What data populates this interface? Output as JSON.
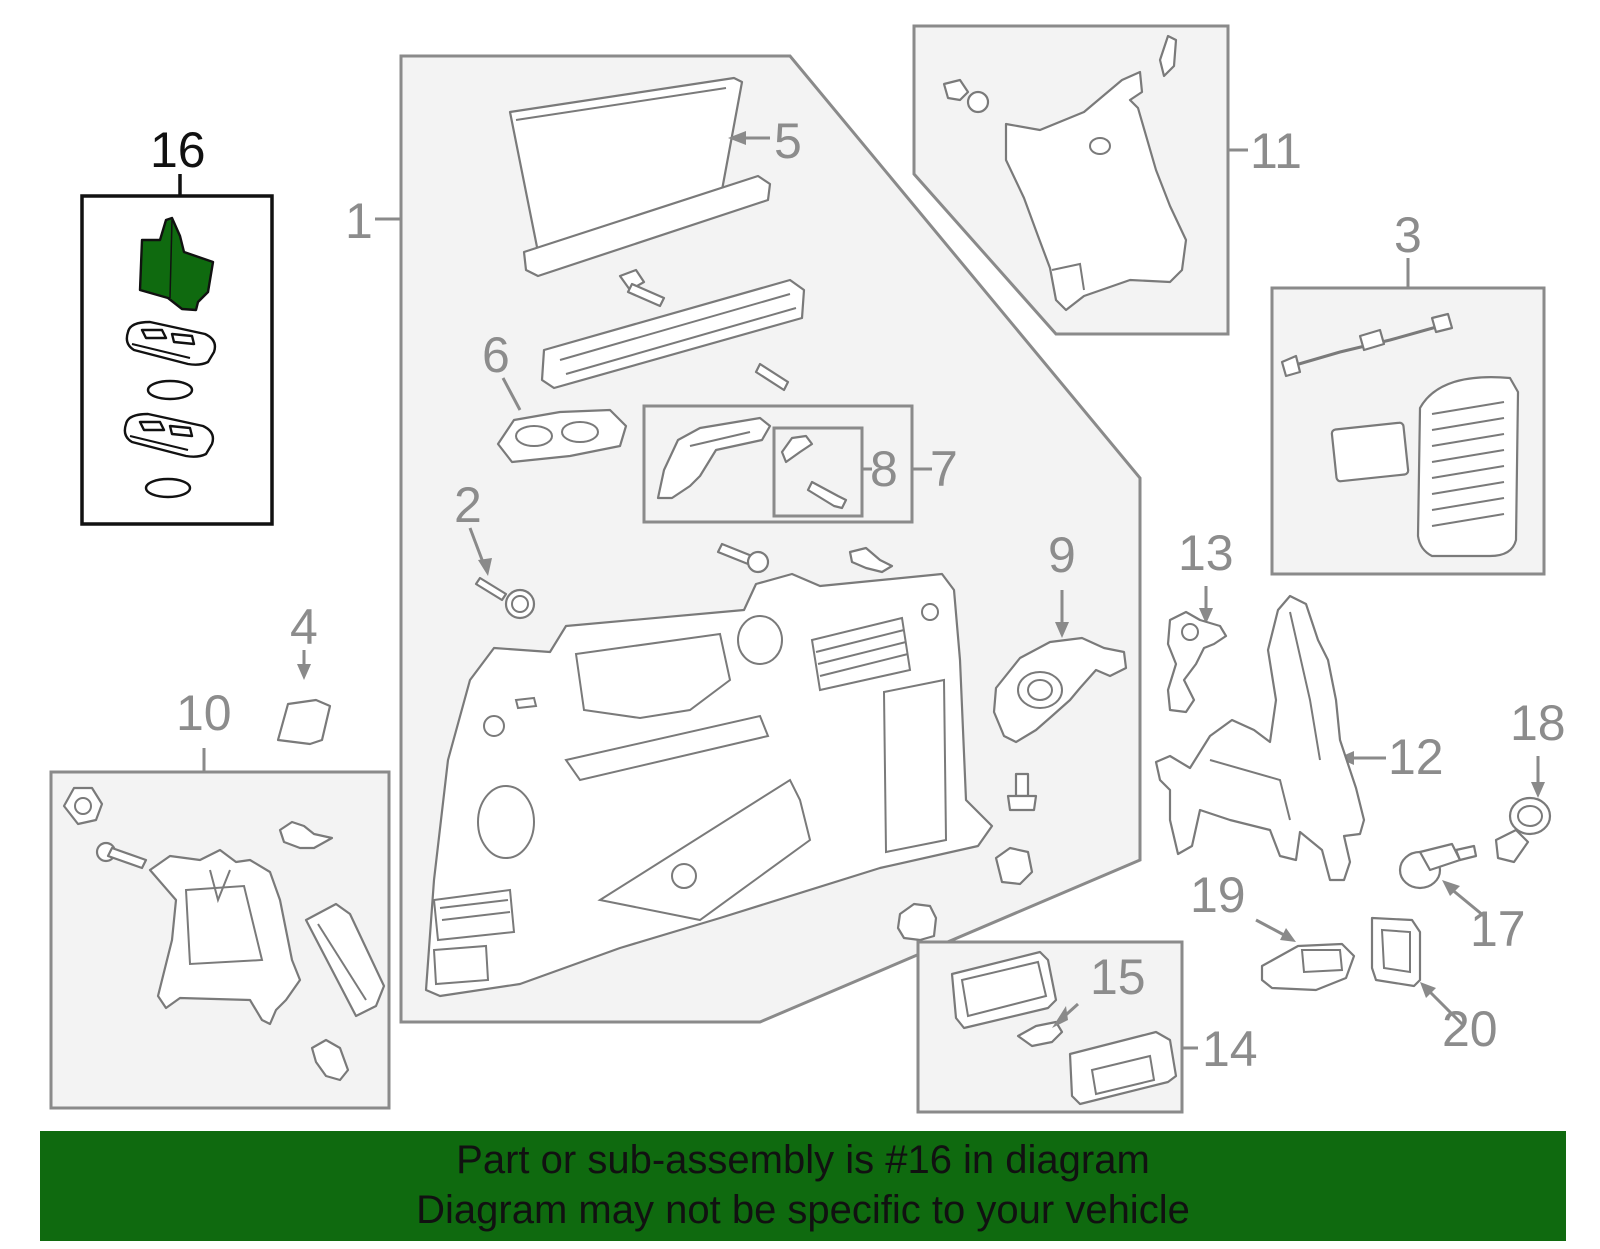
{
  "callouts": {
    "c1": "1",
    "c2": "2",
    "c3": "3",
    "c4": "4",
    "c5": "5",
    "c6": "6",
    "c7": "7",
    "c8": "8",
    "c9": "9",
    "c10": "10",
    "c11": "11",
    "c12": "12",
    "c13": "13",
    "c14": "14",
    "c15": "15",
    "c16": "16",
    "c17": "17",
    "c18": "18",
    "c19": "19",
    "c20": "20"
  },
  "highlight": {
    "part_number": "16",
    "color": "#0f6a0f"
  },
  "banner": {
    "line1": "Part or sub-assembly is #16 in diagram",
    "line2": "Diagram may not be specific to your vehicle",
    "background": "#0f6a0f"
  }
}
